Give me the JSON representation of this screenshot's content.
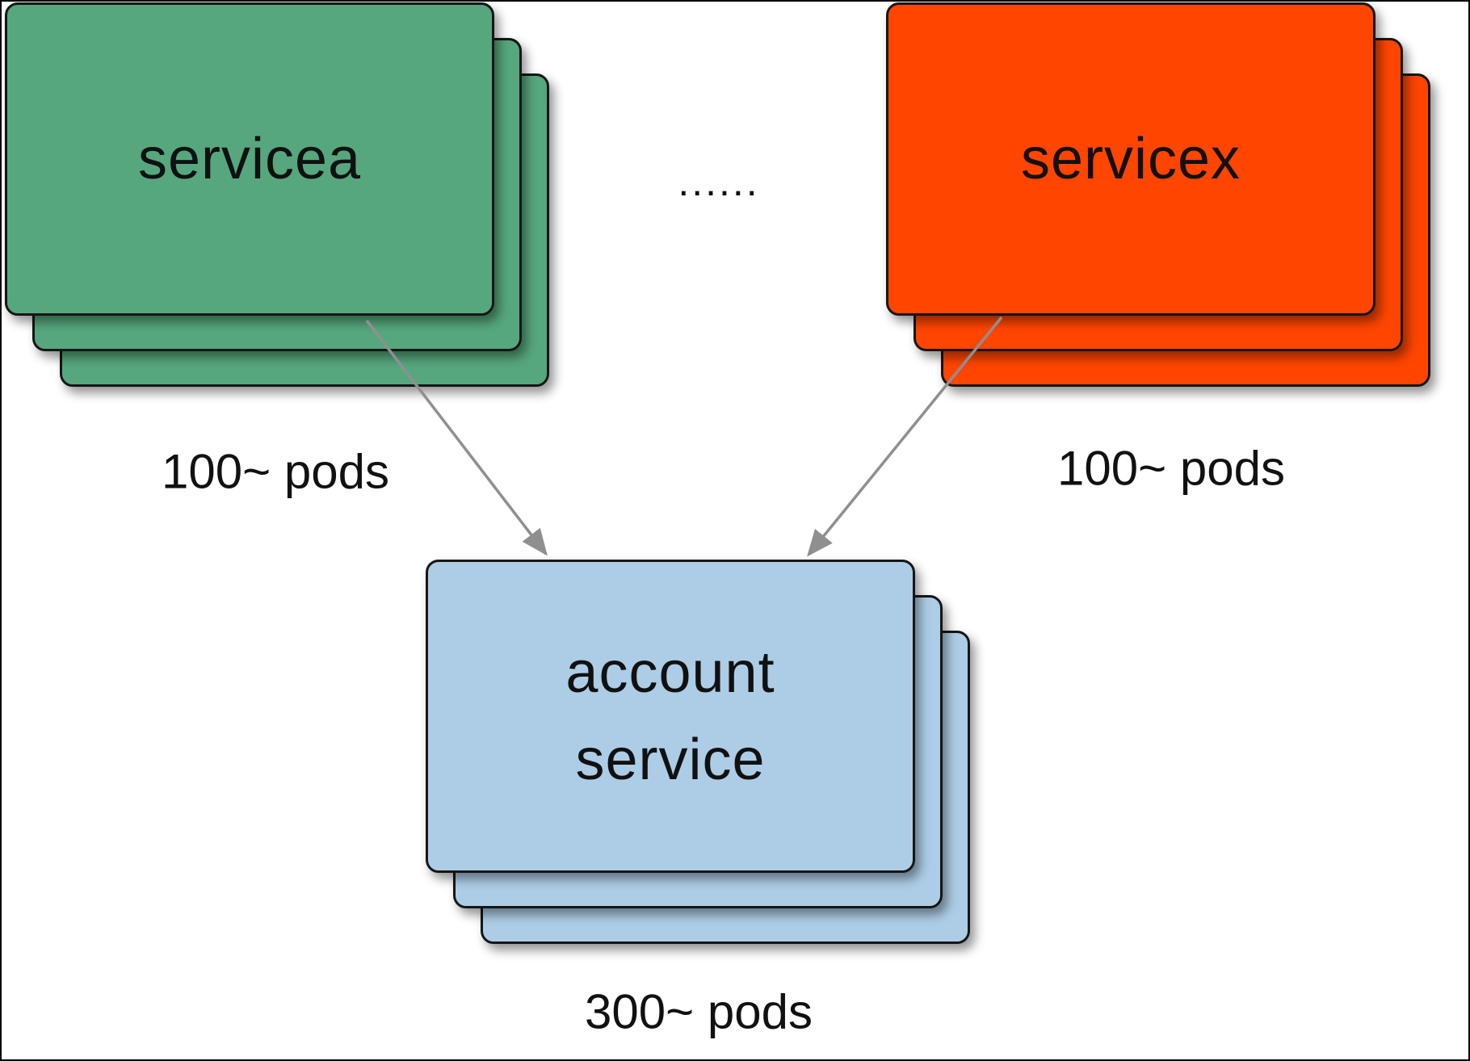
{
  "diagram": {
    "nodes": [
      {
        "id": "servicea",
        "label": "servicea",
        "pods": "100~ pods",
        "color": "#56A77D",
        "stack_count": 3
      },
      {
        "id": "servicex",
        "label": "servicex",
        "pods": "100~ pods",
        "color": "#FF4500",
        "stack_count": 3
      },
      {
        "id": "account_service",
        "label": "account service",
        "label_line1": "account",
        "label_line2": "service",
        "pods": "300~ pods",
        "color": "#ADCDE6",
        "stack_count": 3
      }
    ],
    "ellipsis": "......",
    "arrows": [
      {
        "from": "servicea",
        "to": "account_service",
        "color": "#8F8F8F"
      },
      {
        "from": "servicex",
        "to": "account_service",
        "color": "#8F8F8F"
      }
    ]
  }
}
